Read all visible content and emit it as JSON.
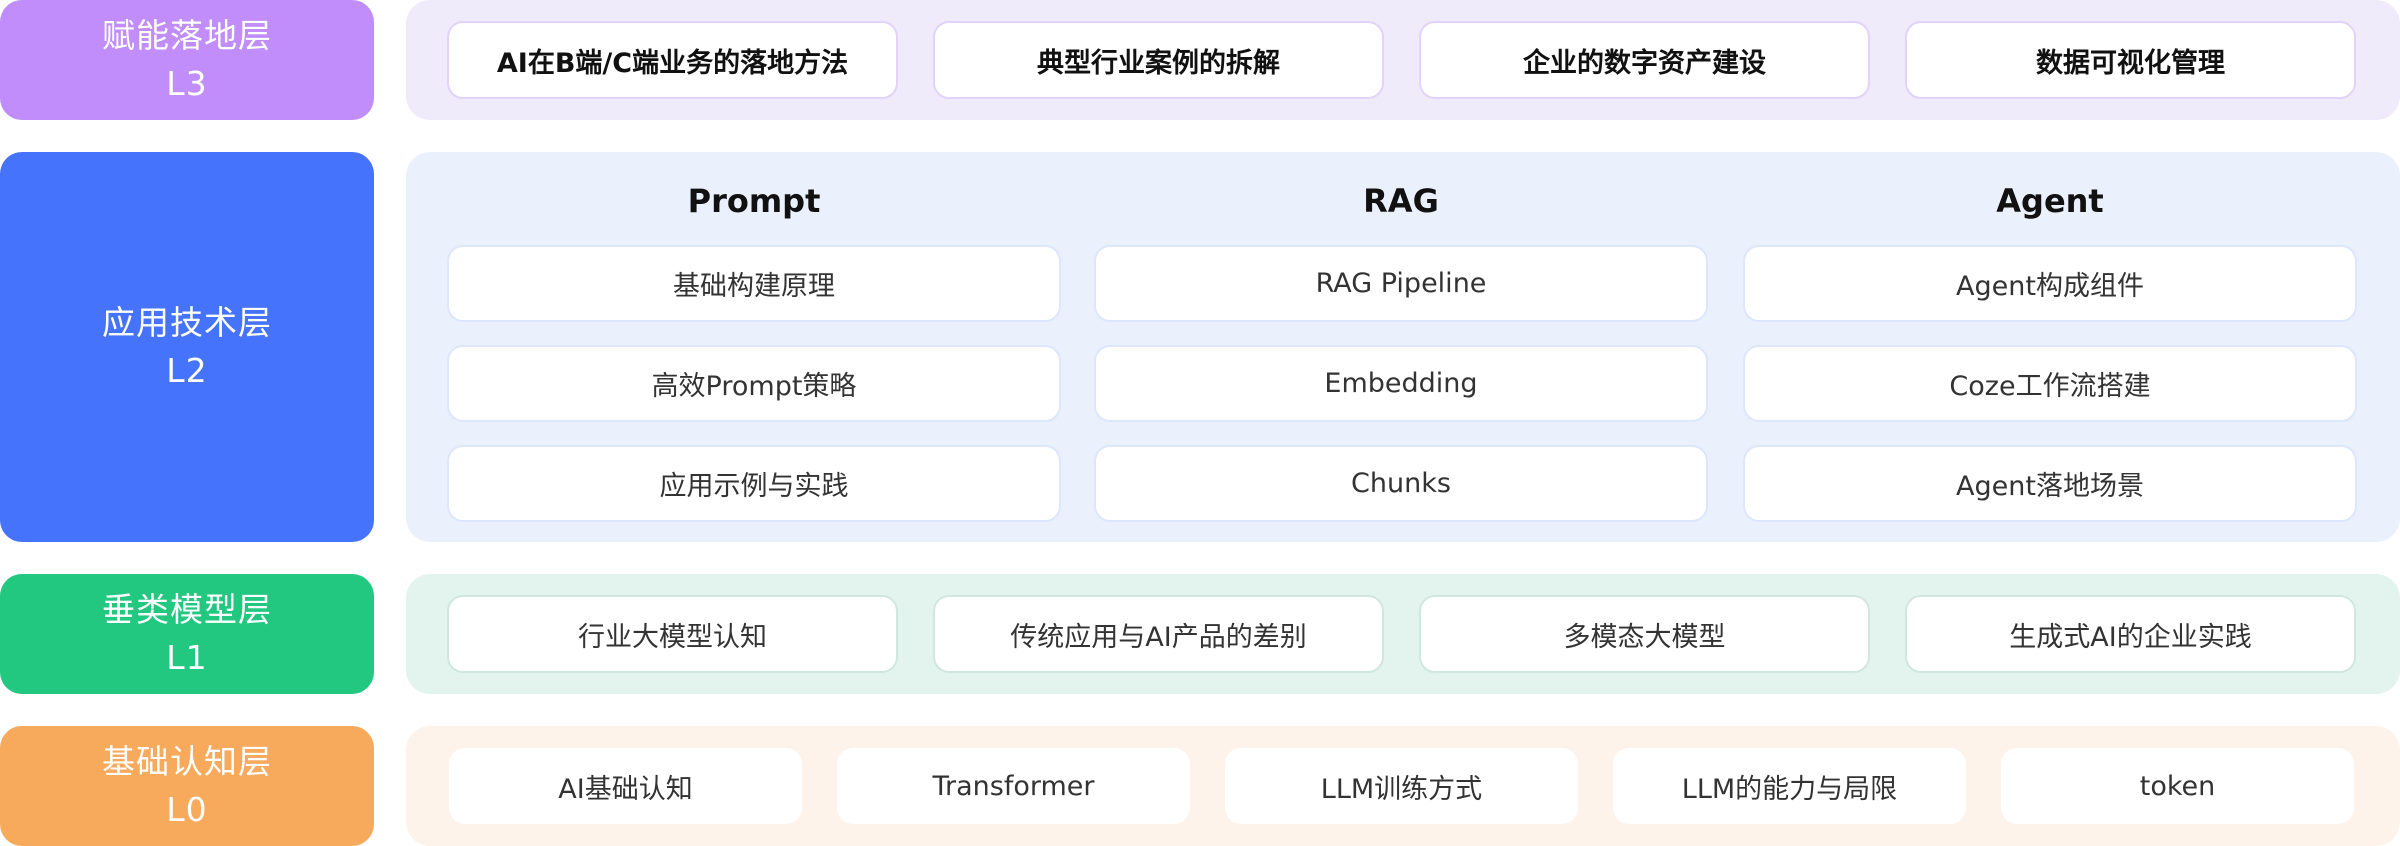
{
  "colors": {
    "l3_accent": "#c08dfb",
    "l2_accent": "#4673fc",
    "l1_accent": "#22c87f",
    "l0_accent": "#f7a95c"
  },
  "layers": {
    "l3": {
      "name": "赋能落地层",
      "level": "L3",
      "items": [
        "AI在B端/C端业务的落地方法",
        "典型行业案例的拆解",
        "企业的数字资产建设",
        "数据可视化管理"
      ]
    },
    "l2": {
      "name": "应用技术层",
      "level": "L2",
      "columns": [
        {
          "title": "Prompt",
          "items": [
            "基础构建原理",
            "高效Prompt策略",
            "应用示例与实践"
          ]
        },
        {
          "title": "RAG",
          "items": [
            "RAG Pipeline",
            "Embedding",
            "Chunks"
          ]
        },
        {
          "title": "Agent",
          "items": [
            "Agent构成组件",
            "Coze工作流搭建",
            "Agent落地场景"
          ]
        }
      ]
    },
    "l1": {
      "name": "垂类模型层",
      "level": "L1",
      "items": [
        "行业大模型认知",
        "传统应用与AI产品的差别",
        "多模态大模型",
        "生成式AI的企业实践"
      ]
    },
    "l0": {
      "name": "基础认知层",
      "level": "L0",
      "items": [
        "AI基础认知",
        "Transformer",
        "LLM训练方式",
        "LLM的能力与局限",
        "token"
      ]
    }
  }
}
